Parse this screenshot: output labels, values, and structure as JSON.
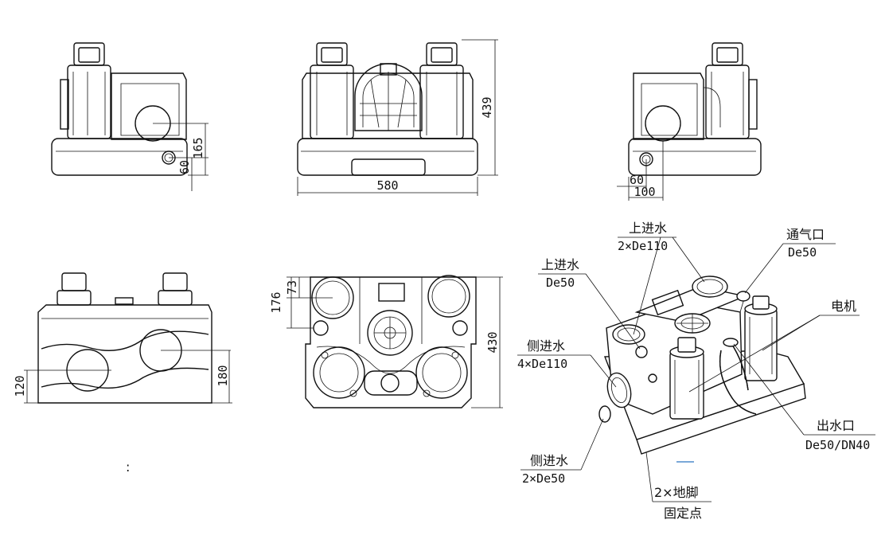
{
  "dimensions": {
    "side_left_165": "165",
    "side_left_60": "60",
    "front_height_439": "439",
    "front_width_580": "580",
    "side_right_60": "60",
    "side_right_100": "100",
    "rear_180": "180",
    "rear_120": "120",
    "top_73": "73",
    "top_176": "176",
    "top_430": "430"
  },
  "stray_mark": ":",
  "callouts": {
    "top_inlet_large": {
      "title": "上进水",
      "spec": "2×De110"
    },
    "top_inlet_small": {
      "title": "上进水",
      "spec": "De50"
    },
    "vent": {
      "title": "通气口",
      "spec": "De50"
    },
    "motor": {
      "title": "电机"
    },
    "side_inlet_large": {
      "title": "侧进水",
      "spec": "4×De110"
    },
    "side_inlet_small": {
      "title": "侧进水",
      "spec": "2×De50"
    },
    "outlet": {
      "title": "出水口",
      "spec": "De50/DN40"
    },
    "foot": {
      "title": "2×地脚",
      "spec": "固定点"
    }
  }
}
